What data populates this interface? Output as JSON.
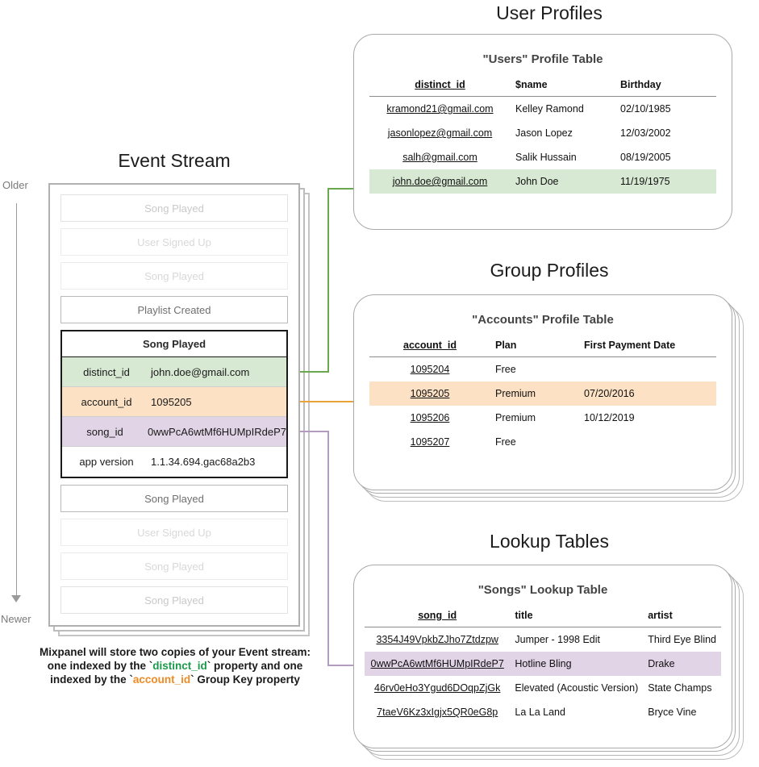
{
  "colors": {
    "green": "#d7e8d3",
    "orange": "#fde1c4",
    "purple": "#e1d4e6",
    "green_line": "#6aa84f",
    "orange_line": "#e8a33d",
    "purple_line": "#b49bc0",
    "caption_green": "#1a9a4a",
    "caption_orange": "#f08a24"
  },
  "sections": {
    "user_profiles_title": "User Profiles",
    "group_profiles_title": "Group Profiles",
    "lookup_tables_title": "Lookup Tables",
    "event_stream_title": "Event Stream"
  },
  "timeline": {
    "older": "Older",
    "newer": "Newer"
  },
  "event_stream": {
    "events_above": [
      {
        "label": "Song Played",
        "style": "faded2"
      },
      {
        "label": "User Signed Up",
        "style": "faded"
      },
      {
        "label": "Song Played",
        "style": "faded"
      },
      {
        "label": "Playlist Created",
        "style": "normal"
      }
    ],
    "selected_event": {
      "name": "Song Played",
      "properties": [
        {
          "key": "distinct_id",
          "value": "john.doe@gmail.com",
          "highlight": "green"
        },
        {
          "key": "account_id",
          "value": "1095205",
          "highlight": "orange"
        },
        {
          "key": "song_id",
          "value": "0wwPcA6wtMf6HUMpIRdeP7",
          "highlight": "purple"
        },
        {
          "key": "app version",
          "value": "1.1.34.694.gac68a2b3",
          "highlight": "none"
        }
      ]
    },
    "events_below": [
      {
        "label": "Song Played",
        "style": "normal"
      },
      {
        "label": "User Signed Up",
        "style": "faded"
      },
      {
        "label": "Song Played",
        "style": "faded"
      },
      {
        "label": "Song Played",
        "style": "faded2"
      }
    ]
  },
  "caption": {
    "line1": "Mixpanel will store two copies of your Event stream:",
    "line2_pre": "one indexed by the ",
    "line2_key": "distinct_id",
    "line2_post": " property and one",
    "line3_pre": "indexed by the ",
    "line3_key": "account_id",
    "line3_post": " Group Key property",
    "backtick": "`"
  },
  "users_table": {
    "title": "\"Users\" Profile Table",
    "columns": [
      "distinct_id",
      "$name",
      "Birthday"
    ],
    "rows": [
      {
        "cells": [
          "kramond21@gmail.com",
          "Kelley Ramond",
          "02/10/1985"
        ],
        "highlight": "none"
      },
      {
        "cells": [
          "jasonlopez@gmail.com",
          "Jason Lopez",
          "12/03/2002"
        ],
        "highlight": "none"
      },
      {
        "cells": [
          "salh@gmail.com",
          "Salik Hussain",
          "08/19/2005"
        ],
        "highlight": "none"
      },
      {
        "cells": [
          "john.doe@gmail.com",
          "John Doe",
          "11/19/1975"
        ],
        "highlight": "green"
      }
    ]
  },
  "accounts_table": {
    "title": "\"Accounts\" Profile Table",
    "columns": [
      "account_id",
      "Plan",
      "First Payment Date"
    ],
    "rows": [
      {
        "cells": [
          "1095204",
          "Free",
          ""
        ],
        "highlight": "none"
      },
      {
        "cells": [
          "1095205",
          "Premium",
          "07/20/2016"
        ],
        "highlight": "orange"
      },
      {
        "cells": [
          "1095206",
          "Premium",
          "10/12/2019"
        ],
        "highlight": "none"
      },
      {
        "cells": [
          "1095207",
          "Free",
          ""
        ],
        "highlight": "none"
      }
    ]
  },
  "songs_table": {
    "title": "\"Songs\" Lookup Table",
    "columns": [
      "song_id",
      "title",
      "artist"
    ],
    "rows": [
      {
        "cells": [
          "3354J49VpkbZJho7Ztdzpw",
          "Jumper - 1998 Edit",
          "Third Eye Blind"
        ],
        "highlight": "none"
      },
      {
        "cells": [
          "0wwPcA6wtMf6HUMpIRdeP7",
          "Hotline Bling",
          "Drake"
        ],
        "highlight": "purple"
      },
      {
        "cells": [
          "46rv0eHo3Ygud6DOqpZjGk",
          "Elevated (Acoustic Version)",
          "State Champs"
        ],
        "highlight": "none"
      },
      {
        "cells": [
          "7taeV6Kz3xIgjx5QR0eG8p",
          "La La Land",
          "Bryce Vine"
        ],
        "highlight": "none"
      }
    ]
  }
}
